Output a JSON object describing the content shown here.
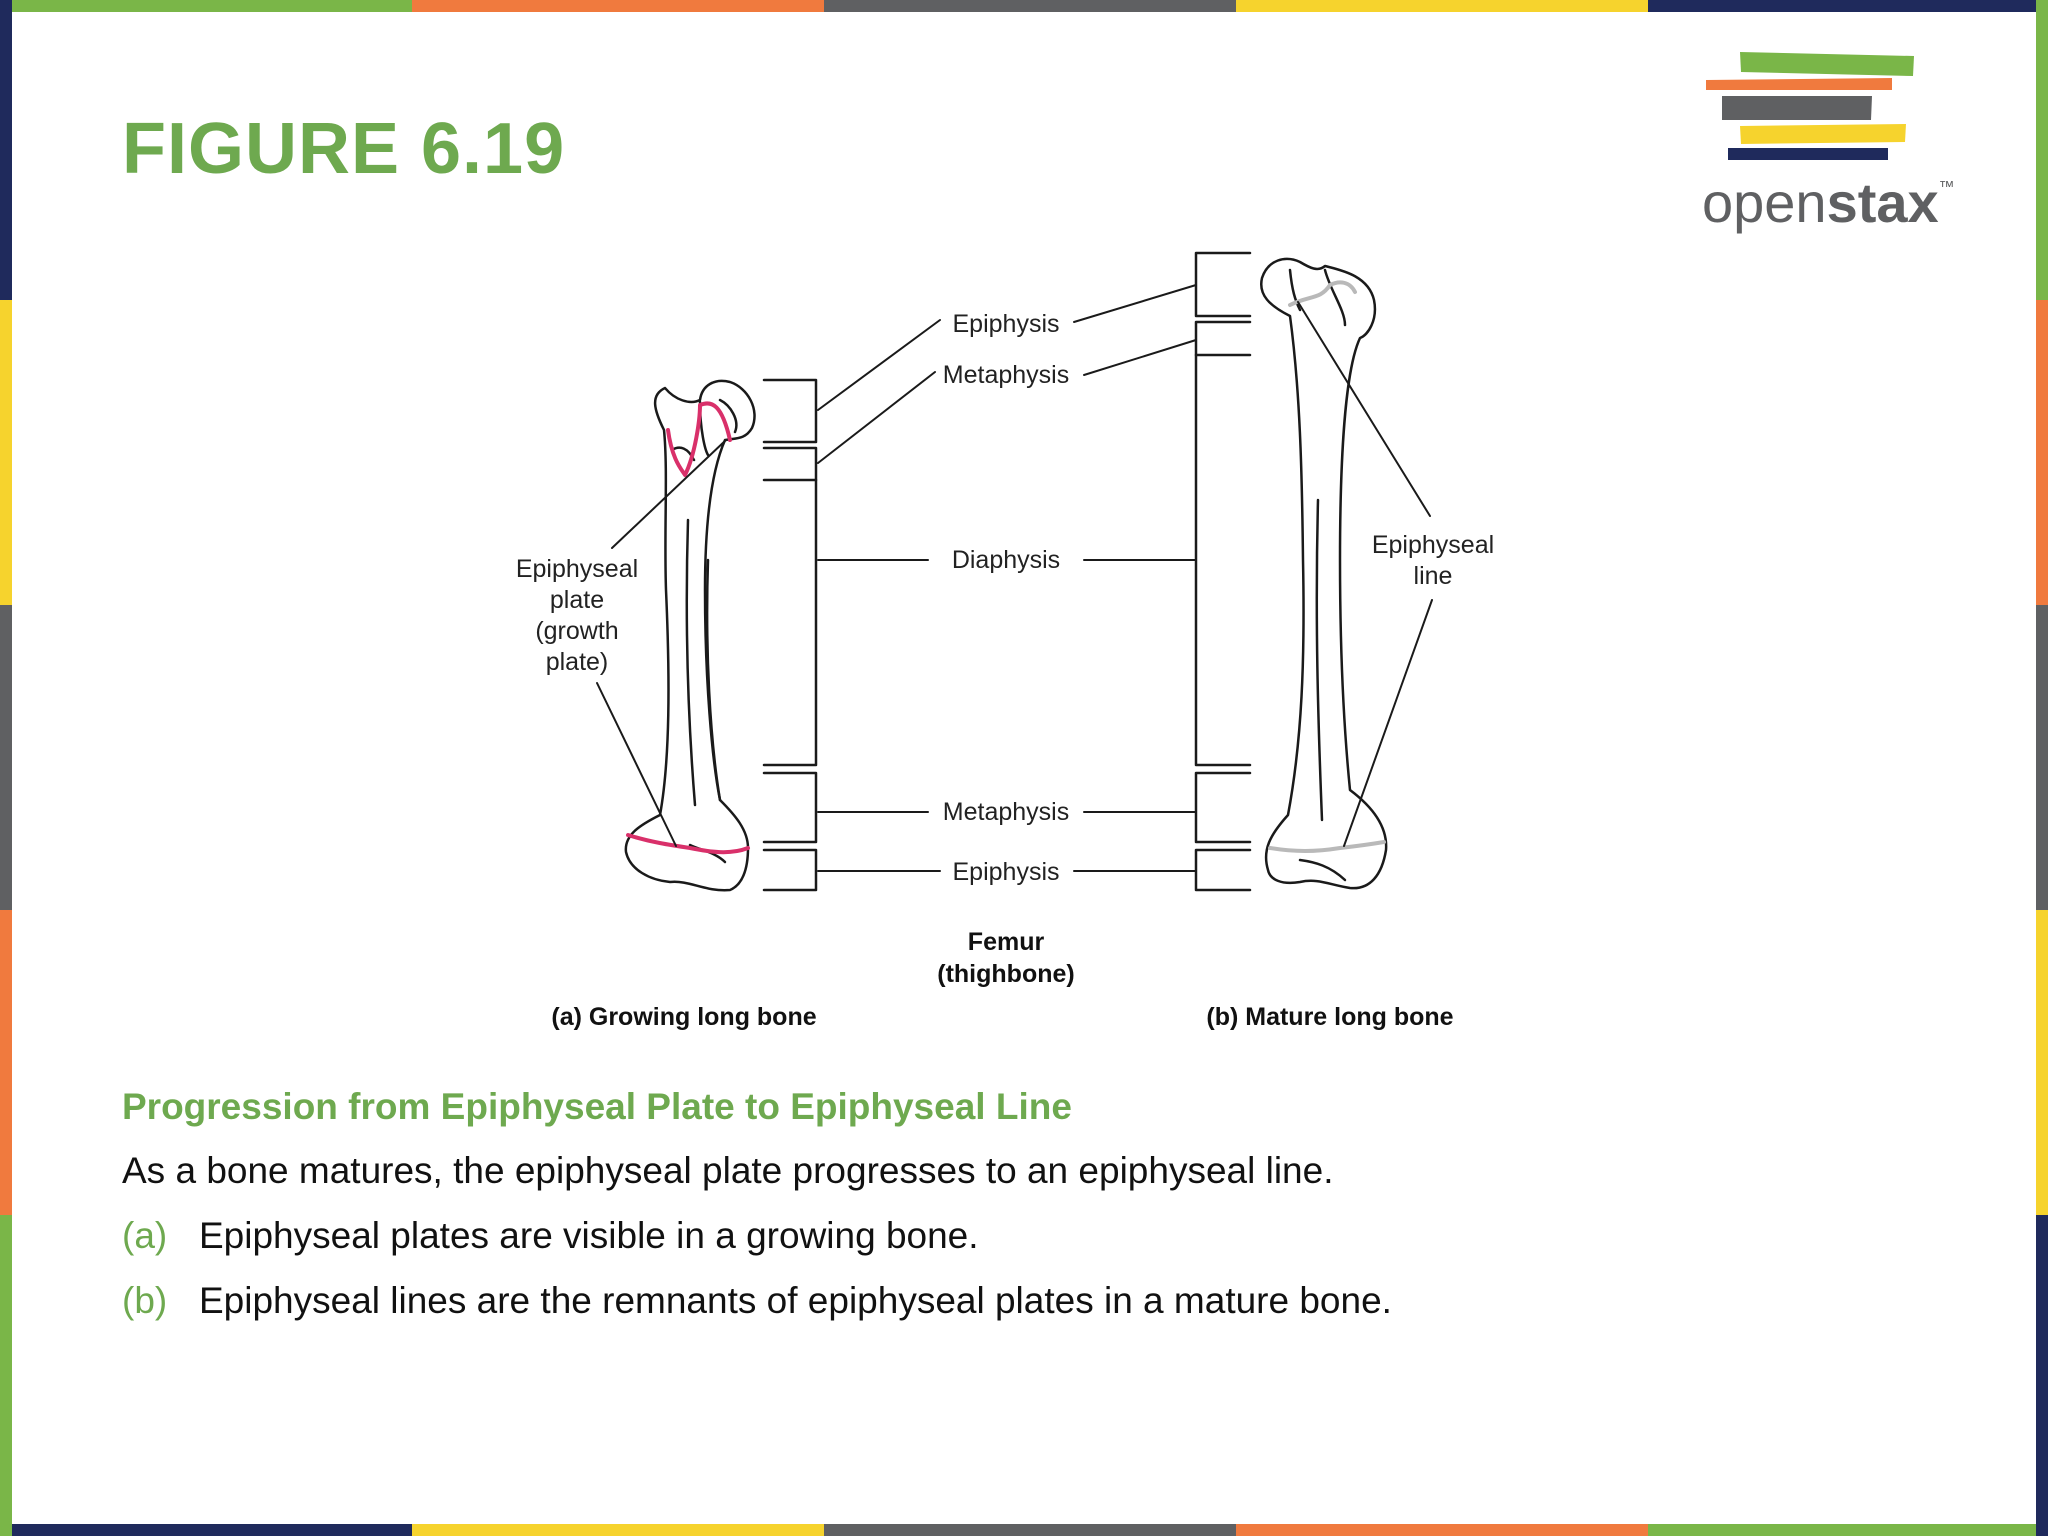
{
  "title": "FIGURE 6.19",
  "logo": {
    "text_regular": "open",
    "text_bold": "stax",
    "trademark": "™"
  },
  "colors": {
    "accent_green": "#6ea94f",
    "orange": "#f07a3e",
    "gray": "#5f6062",
    "yellow": "#f6d32d",
    "navy": "#1f2a5c",
    "growth_plate": "#d9306a",
    "epiphyseal_line": "#b9b9b9"
  },
  "diagram": {
    "left_bone_label": "Epiphyseal\nplate\n(growth\nplate)",
    "right_bone_label": "Epiphyseal\nline",
    "regions": {
      "epiphysis_top": "Epiphysis",
      "metaphysis_top": "Metaphysis",
      "diaphysis": "Diaphysis",
      "metaphysis_bottom": "Metaphysis",
      "epiphysis_bottom": "Epiphysis"
    },
    "bone_name": "Femur\n(thighbone)",
    "panel_a": "(a) Growing long bone",
    "panel_b": "(b) Mature long bone"
  },
  "caption": {
    "heading": "Progression from Epiphyseal Plate to Epiphyseal Line",
    "body": "As a bone matures, the epiphyseal plate progresses to an epiphyseal line.",
    "items": [
      {
        "marker": "(a)",
        "text": "Epiphyseal plates are visible in a growing bone."
      },
      {
        "marker": "(b)",
        "text": "Epiphyseal lines are the remnants of epiphyseal plates in a mature bone."
      }
    ]
  }
}
